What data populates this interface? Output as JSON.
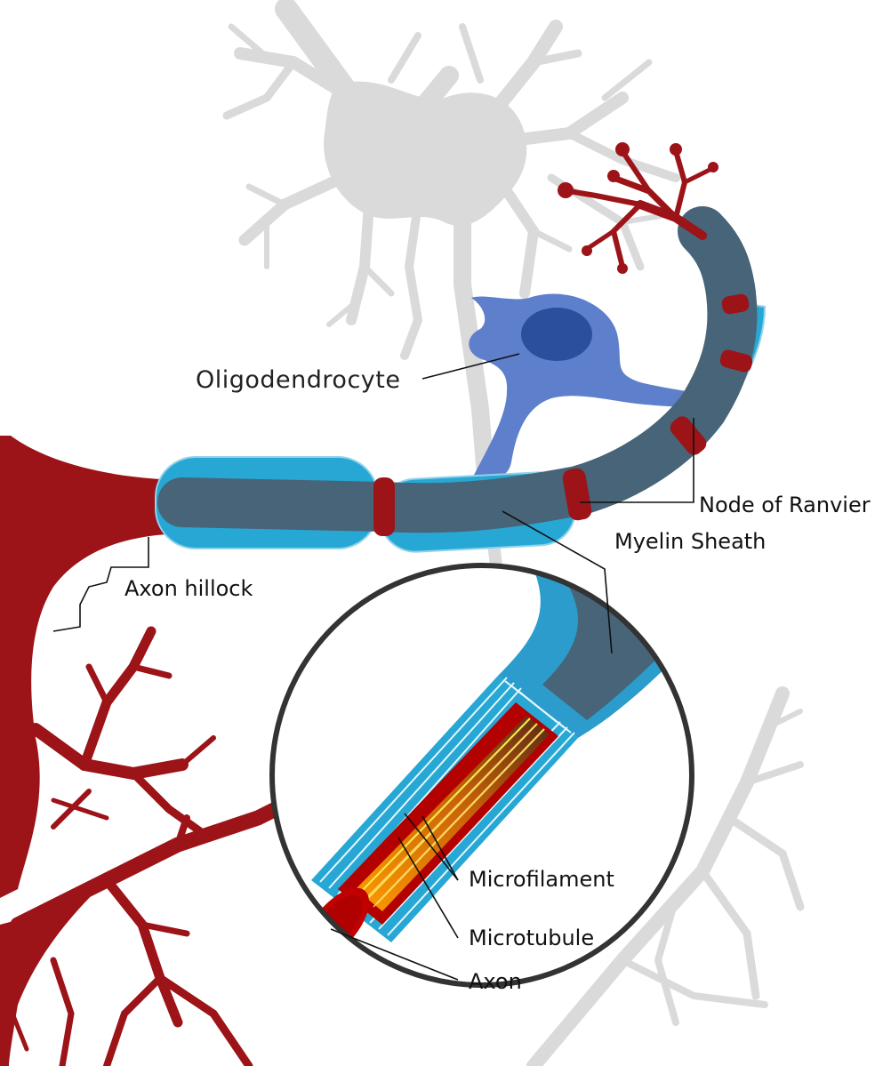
{
  "labels": {
    "oligodendrocyte": "Oligodendrocyte",
    "node_of_ranvier": "Node of Ranvier",
    "myelin_sheath": "Myelin Sheath",
    "axon_hillock": "Axon hillock",
    "microfilament": "Microfilament",
    "microtubule": "Microtubule",
    "axon": "Axon"
  },
  "colors": {
    "neuron_red": "#9c1318",
    "bright_red": "#c10000",
    "myelin_blue": "#27a7d4",
    "myelin_light": "#8fd2ec",
    "axon_slate": "#476478",
    "oligo_blue": "#5e7fcc",
    "oligo_nucleus": "#2c4f9d",
    "background_neuron": "#dadada",
    "ring": "#333333",
    "microfilament_yellow": "#f3e84a",
    "microtubule_orange": "#f08a10"
  }
}
